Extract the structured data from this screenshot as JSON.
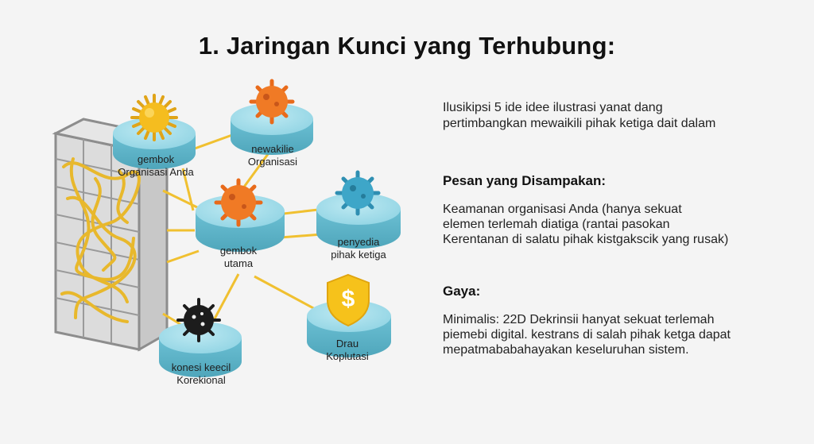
{
  "title": "1. Jaringan  Kunci yang Terhubung:",
  "nodes": [
    {
      "id": "gembok-org",
      "line1": "gembok",
      "line2": "Organisasi Anda",
      "icon": "yellow-virus-icon"
    },
    {
      "id": "wakil-org",
      "line1": "newakilie",
      "line2": "Organisasi",
      "icon": "orange-virus-icon"
    },
    {
      "id": "gembok-utama",
      "line1": "gembok",
      "line2": "utama",
      "icon": "orange-virus-icon"
    },
    {
      "id": "pihak-ketiga",
      "line1": "penyedia",
      "line2": "pihak ketiga",
      "icon": "blue-virus-icon"
    },
    {
      "id": "koneksi-kecil",
      "line1": "konesi keecil",
      "line2": "Korekional",
      "icon": "black-virus-icon"
    },
    {
      "id": "drau",
      "line1": "Drau",
      "line2": "Koplutasi",
      "icon": "shield-dollar-icon"
    }
  ],
  "panel": {
    "intro": [
      "Ilusikipsi 5 ide idee ilustrasi yanat dang",
      "pertimbangkan mewaikili pihak ketiga dait dalam"
    ],
    "message_heading": "Pesan yang Disampakan:",
    "message_lines": [
      "Keamanan organisasi Anda (hanya sekuat",
      "elemen terlemah diatiga (rantai pasokan",
      "Kerentanan di salatu pihak kistgakscik yang rusak)"
    ],
    "style_heading": "Gaya:",
    "style_lines": [
      "Minimalis: 22D Dekrinsii hanyat sekuat terlemah",
      "piemebi digital. kestrans di salah pihak ketga dapat",
      "mepatmababahayakan keseluruhan sistem."
    ]
  },
  "colors": {
    "disc": "#72c5d8",
    "disc_top": "#a6e0ec",
    "wire": "#f2c233",
    "orange": "#f07a25",
    "yellow": "#f5bd1f",
    "blue": "#3ea6c8",
    "black": "#1c1c1c",
    "shield": "#f6c21b"
  }
}
